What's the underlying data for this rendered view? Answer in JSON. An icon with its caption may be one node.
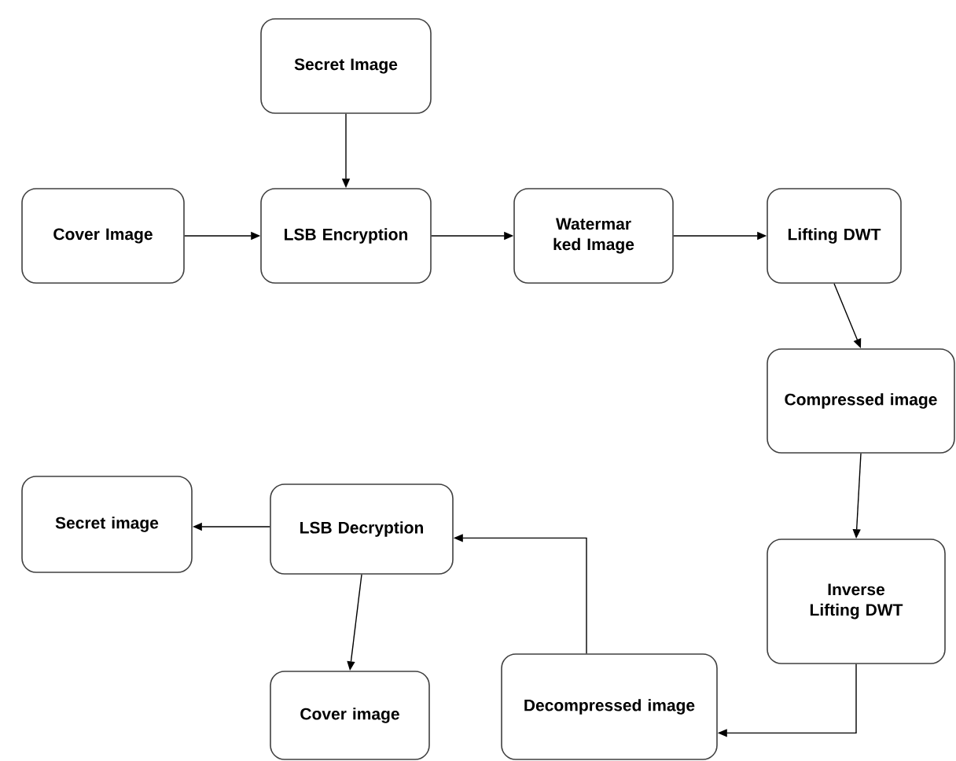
{
  "diagram": {
    "nodes": [
      {
        "text": [
          "Secret Image"
        ]
      },
      {
        "text": [
          "Cover Image"
        ]
      },
      {
        "text": [
          "LSB Encryption"
        ]
      },
      {
        "text": [
          "Watermar ked Image"
        ]
      },
      {
        "text": [
          "Lifting DWT"
        ]
      },
      {
        "text": [
          "Compressed image"
        ]
      },
      {
        "text": [
          "Inverse Lifting DWT"
        ]
      },
      {
        "text": [
          "Decompressed image"
        ]
      },
      {
        "text": [
          "LSB Decryption"
        ]
      },
      {
        "text": [
          "Secret image"
        ]
      },
      {
        "text": [
          "Cover image"
        ]
      }
    ],
    "edges": [
      {
        "from": 0,
        "to": 2,
        "arrow": "to"
      },
      {
        "from": 1,
        "to": 2,
        "arrow": "to"
      },
      {
        "from": 2,
        "to": 3,
        "arrow": "to"
      },
      {
        "from": 3,
        "to": 4,
        "arrow": "to"
      },
      {
        "from": 4,
        "to": 5,
        "arrow": "to"
      },
      {
        "from": 5,
        "to": 6,
        "arrow": "to"
      },
      {
        "from": 6,
        "to": 7,
        "arrow": "to"
      },
      {
        "from": 7,
        "to": 8,
        "arrow": "to"
      },
      {
        "from": 8,
        "to": 9,
        "arrow": "to"
      },
      {
        "from": 8,
        "to": 10,
        "arrow": "to"
      }
    ]
  }
}
